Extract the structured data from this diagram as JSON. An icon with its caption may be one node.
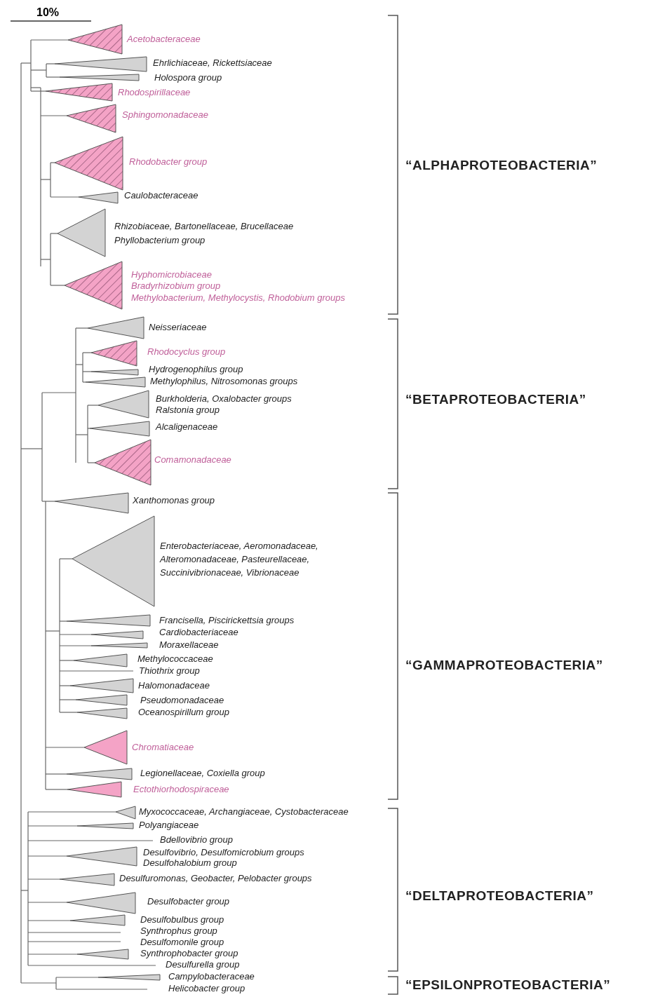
{
  "diagram": {
    "labels": [
      "10%",
      "Acetobacteraceae",
      "Ehrlichiaceae, Rickettsiaceae",
      "Holospora group",
      "Rhodospirillaceae",
      "Sphingomonadaceae",
      "Rhodobacter group",
      "Caulobacteraceae",
      "Rhizobiaceae, Bartonellaceae, Brucellaceae",
      "Phyllobacterium group",
      "Hyphomicrobiaceae",
      "Bradyrhizobium group",
      "Methylobacterium, Methylocystis, Rhodobium groups",
      "“ALPHAPROTEOBACTERIA”",
      "Neisseriaceae",
      "Rhodocyclus group",
      "Hydrogenophilus group",
      "Methylophilus, Nitrosomonas groups",
      "Burkholderia, Oxalobacter groups",
      "Ralstonia group",
      "Alcaligenaceae",
      "Comamonadaceae",
      "“BETAPROTEOBACTERIA”",
      "Xanthomonas group",
      "Enterobacteriaceae, Aeromonadaceae, Alteromonadaceae, Pasteurellaceae, Succinivibrionaceae, Vibrionaceae",
      "Francisella, Piscirickettsia groups",
      "Cardiobacteriaceae",
      "Moraxellaceae",
      "Methylococcaceae",
      "Thiothrix group",
      "Halomonadaceae",
      "Pseudomonadaceae",
      "Oceanospirillum group",
      "Chromatiaceae",
      "Legionellaceae, Coxiella group",
      "Ectothiorhodospiraceae",
      "“GAMMAPROTEOBACTERIA”",
      "Myxococcaceae, Archangiaceae, Cystobacteraceae",
      "Polyangiaceae",
      "Bdellovibrio group",
      "Desulfovibrio, Desulfomicrobium groups",
      "Desulfohalobium group",
      "Desulfuromonas, Geobacter, Pelobacter groups",
      "Desulfobacter group",
      "Desulfobulbus group",
      "Synthrophus group",
      "Desulfomonile group",
      "Synthrophobacter group",
      "Desulfurella group",
      "Campylobacteraceae",
      "Helicobacter group",
      "“DELTAPROTEOBACTERIA”",
      "“EPSILONPROTEOBACTERIA”"
    ]
  }
}
